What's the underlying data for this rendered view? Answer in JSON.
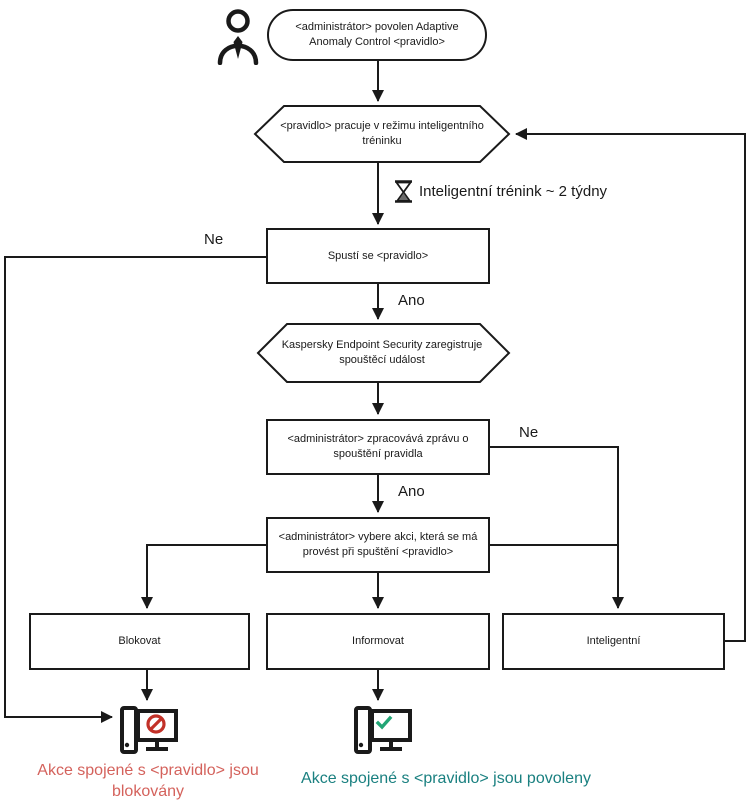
{
  "diagram": {
    "title_implicit": "Adaptive Anomaly Control rule workflow",
    "start_oval": "<administrátor> povolen Adaptive Anomaly Control <pravidlo>",
    "hexagon_training": "<pravidlo> pracuje v režimu inteligentního tréninku",
    "training_label": "Inteligentní trénink ~ 2 týdny",
    "box_trigger": "Spustí se <pravidlo>",
    "hexagon_register": "Kaspersky Endpoint Security zaregistruje spouštěcí událost",
    "box_report": "<administrátor> zpracovává zprávu o spouštění pravidla",
    "box_choose": "<administrátor> vybere akci, která se má provést při spuštění <pravidlo>",
    "box_block": "Blokovat",
    "box_inform": "Informovat",
    "box_smart": "Inteligentní",
    "labels": {
      "ne_trigger": "Ne",
      "ano_trigger": "Ano",
      "ne_report": "Ne",
      "ano_report": "Ano"
    },
    "result_blocked": "Akce spojené s <pravidlo> jsou blokovány",
    "result_allowed": "Akce spojené s <pravidlo> jsou povoleny",
    "icons": [
      "user-icon",
      "hourglass-icon",
      "computer-blocked-icon",
      "computer-allowed-icon"
    ],
    "colors": {
      "line": "#1a1a1a",
      "blocked_text": "#d4625c",
      "allowed_text": "#1a8080",
      "prohibit_icon": "#c23128",
      "check_icon": "#21a575"
    }
  }
}
